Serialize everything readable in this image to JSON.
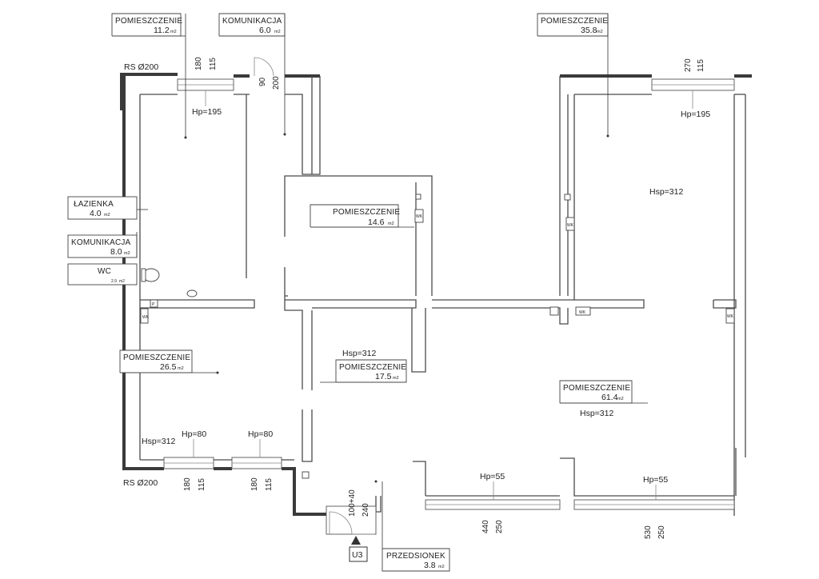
{
  "rooms": [
    {
      "name": "POMIESZCZENIE",
      "area": "11.2",
      "unit": "m2"
    },
    {
      "name": "KOMUNIKACJA",
      "area": "6.0",
      "unit": "m2"
    },
    {
      "name": "POMIESZCZENIE",
      "area": "35.8",
      "unit": "m2"
    },
    {
      "name": "ŁAZIENKA",
      "area": "4.0",
      "unit": "m2"
    },
    {
      "name": "KOMUNIKACJA",
      "area": "8.0",
      "unit": "m2"
    },
    {
      "name": "WC",
      "area": "2.9",
      "unit": "m2"
    },
    {
      "name": "POMIESZCZENIE",
      "area": "14.6",
      "unit": "m2"
    },
    {
      "name": "POMIESZCZENIE",
      "area": "26.5",
      "unit": "m2"
    },
    {
      "name": "POMIESZCZENIE",
      "area": "17.5",
      "unit": "m2"
    },
    {
      "name": "POMIESZCZENIE",
      "area": "61.4",
      "unit": "m2"
    },
    {
      "name": "PRZEDSIONEK",
      "area": "3.8",
      "unit": "m2"
    }
  ],
  "heights": {
    "hp195": "Hp=195",
    "hp80": "Hp=80",
    "hp55": "Hp=55",
    "hsp312": "Hsp=312"
  },
  "ventilation": "RS Ø200",
  "entrance": "U3",
  "dimensions": {
    "d180": "180",
    "d115": "115",
    "d90": "90",
    "d200": "200",
    "d270": "270",
    "d440": "440",
    "d250": "250",
    "d530": "530",
    "d100_40": "100+40",
    "d240": "240"
  },
  "tags": {
    "wk": "WK",
    "p": "P"
  }
}
